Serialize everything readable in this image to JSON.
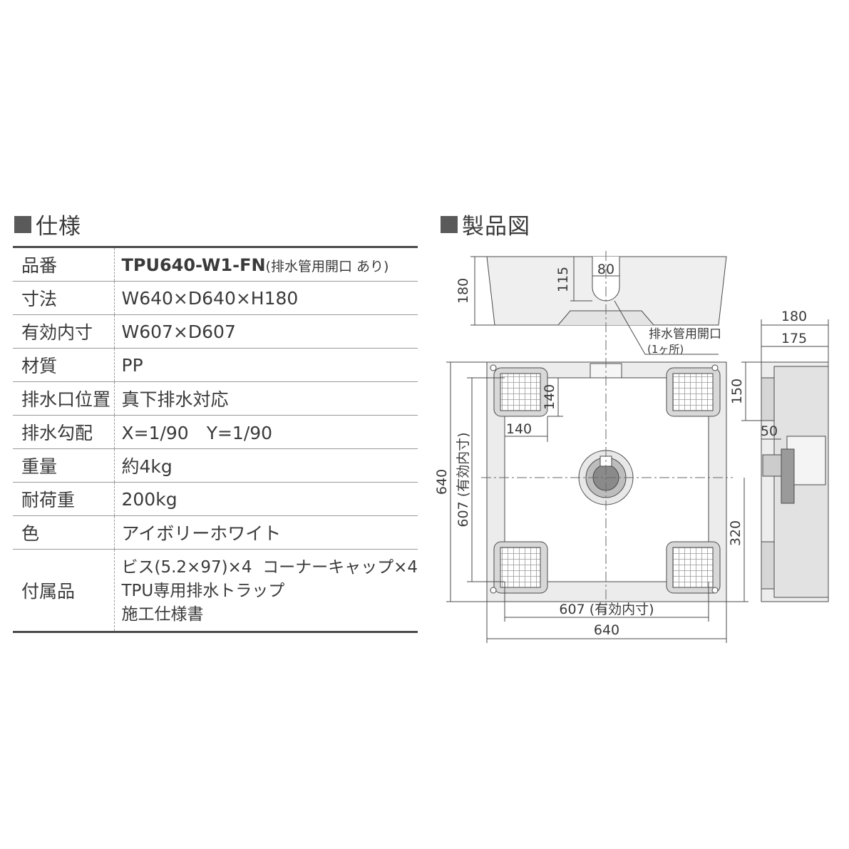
{
  "spec": {
    "title": "仕様",
    "rows": [
      {
        "label": "品番",
        "value_main": "TPU640-W1-FN",
        "value_note": "(排水管用開口 あり)"
      },
      {
        "label": "寸法",
        "value": "W640×D640×H180"
      },
      {
        "label": "有効内寸",
        "value": "W607×D607"
      },
      {
        "label": "材質",
        "value": "PP"
      },
      {
        "label": "排水口位置",
        "value": "真下排水対応"
      },
      {
        "label": "排水勾配",
        "value": "X=1/90　Y=1/90"
      },
      {
        "label": "重量",
        "value": "約4kg"
      },
      {
        "label": "耐荷重",
        "value": "200kg"
      },
      {
        "label": "色",
        "value": "アイボリーホワイト"
      },
      {
        "label": "付属品",
        "lines": [
          "ビス(5.2×97)×4  コーナーキャップ×4",
          "TPU専用排水トラップ",
          "施工仕様書"
        ]
      }
    ]
  },
  "drawing": {
    "title": "製品図",
    "dims": {
      "d80": "80",
      "d115": "115",
      "d180_height": "180",
      "opening_label_1": "排水管用開口",
      "opening_label_2": "(1ヶ所)",
      "d180_side": "180",
      "d175": "175",
      "d150": "150",
      "d50": "50",
      "d320": "320",
      "d140_v": "140",
      "d140_h": "140",
      "d640_v": "640",
      "d607_v": "607 (有効内寸)",
      "d607_h": "607 (有効内寸)",
      "d640_h": "640"
    }
  }
}
